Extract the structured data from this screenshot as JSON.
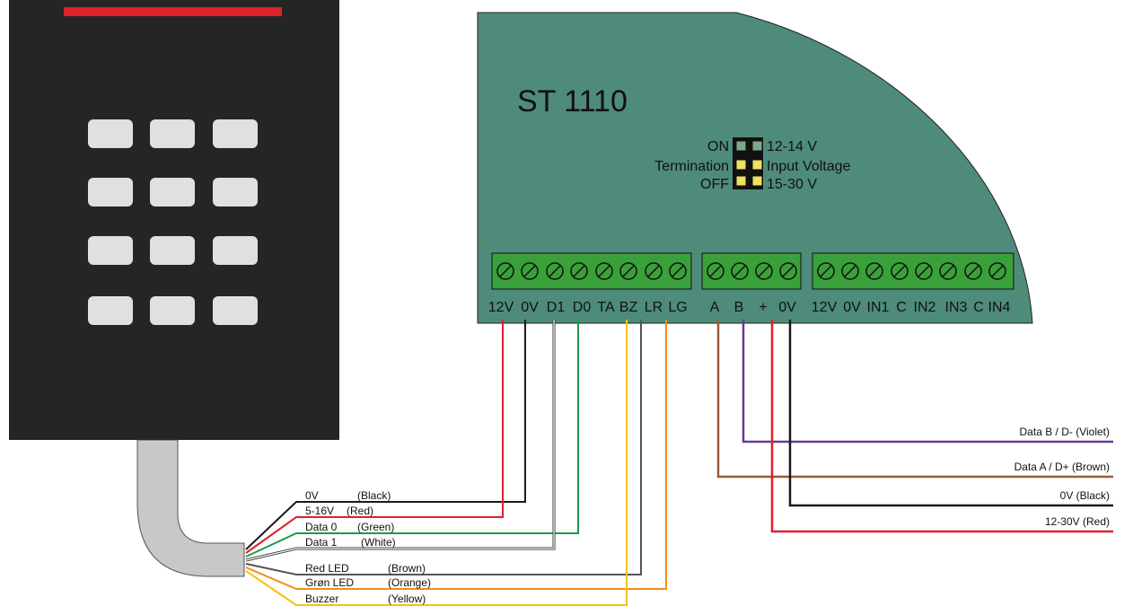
{
  "controller": {
    "model": "ST 1110",
    "jumpers": {
      "left_top": "ON",
      "left_mid": "Termination",
      "left_bot": "OFF",
      "right_top": "12-14 V",
      "right_mid": "Input Voltage",
      "right_bot": "15-30 V"
    },
    "terminals_reader": [
      "12V",
      "0V",
      "D1",
      "D0",
      "TA",
      "BZ",
      "LR",
      "LG"
    ],
    "terminals_bus": [
      "A",
      "B",
      "+",
      "0V"
    ],
    "terminals_io": [
      "12V",
      "0V",
      "IN1",
      "C",
      "IN2",
      "IN3",
      "C",
      "IN4"
    ]
  },
  "reader_wires": [
    {
      "label": "0V",
      "color_name": "(Black)",
      "color": "#1a1a1a"
    },
    {
      "label": "5-16V",
      "color_name": "(Red)",
      "color": "#e0202a"
    },
    {
      "label": "Data 0",
      "color_name": "(Green)",
      "color": "#1a9a4a"
    },
    {
      "label": "Data 1",
      "color_name": "(White)",
      "color": "#ffffff"
    },
    {
      "label": "Red LED",
      "color_name": "(Brown)",
      "color": "#555555"
    },
    {
      "label": "Grøn LED",
      "color_name": "(Orange)",
      "color": "#f08c1e"
    },
    {
      "label": "Buzzer",
      "color_name": "(Yellow)",
      "color": "#f5c400"
    }
  ],
  "bus_wires": [
    {
      "label": "Data B / D- (Violet)",
      "color": "#6a3a9a"
    },
    {
      "label": "Data A / D+ (Brown)",
      "color": "#9a5a3a"
    },
    {
      "label": "0V (Black)",
      "color": "#1a1a1a"
    },
    {
      "label": "12-30V (Red)",
      "color": "#e0202a"
    }
  ],
  "colors": {
    "board": "#4e8b7a",
    "reader_body": "#252525",
    "reader_strip": "#e0202a",
    "key": "#e0e0e0",
    "terminal_block": "#3aa03a",
    "cable": "#c8c8c8"
  }
}
